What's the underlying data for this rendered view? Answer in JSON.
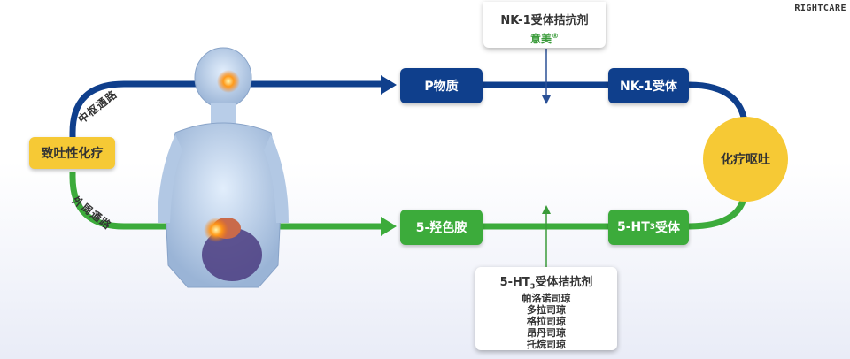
{
  "watermark": "RIGHTCARE",
  "trigger": "致吐性化疗",
  "central_pathway": "中枢通路",
  "peripheral_pathway": "外周通路",
  "substance_p": "P物质",
  "nk1_receptor": "NK-1受体",
  "outcome": "化疗呕吐",
  "serotonin": "5-羟色胺",
  "ht3_receptor": {
    "prefix": "5-HT",
    "sub": "3",
    "suffix": "受体"
  },
  "nk1_antagonist": {
    "title": "NK-1受体拮抗剂",
    "drug": "意美",
    "mark": "®"
  },
  "ht3_antagonist": {
    "title_prefix": "5-HT",
    "title_sub": "3",
    "title_suffix": "受体拮抗剂",
    "drugs": [
      "帕洛诺司琼",
      "多拉司琼",
      "格拉司琼",
      "昂丹司琼",
      "托烷司琼"
    ]
  },
  "colors": {
    "central": "#0f3f8c",
    "peripheral": "#3cab3b",
    "outcome": "#f6c935",
    "trigger": "#f6c935"
  }
}
